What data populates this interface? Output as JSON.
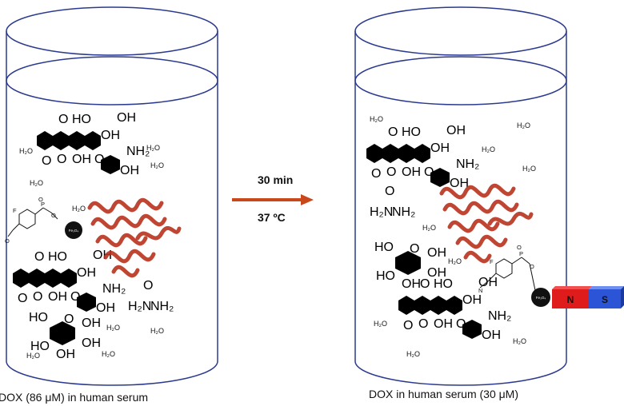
{
  "left_panel": {
    "caption": "DOX (86 μM) in human serum",
    "water": "H₂O",
    "magnetic_particle": "Fe₃O₄"
  },
  "right_panel": {
    "caption": "DOX in human serum (30 μM)",
    "water": "H₂O",
    "magnetic_particle": "Fe₃O₄",
    "magnet": {
      "north": "N",
      "south": "S"
    }
  },
  "reaction": {
    "time": "30 min",
    "temperature": "37 ºC"
  },
  "colors": {
    "beaker": "#2b3a8f",
    "arrow": "#c8471b",
    "protein": "#b8321e",
    "magnet_north": "#e01b1b",
    "magnet_south": "#2b55d6"
  },
  "atoms": {
    "F": "F",
    "O": "O",
    "P": "P",
    "OH": "OH",
    "HO": "HO",
    "NH2": "NH₂",
    "H2N": "H₂N",
    "N": "N"
  }
}
